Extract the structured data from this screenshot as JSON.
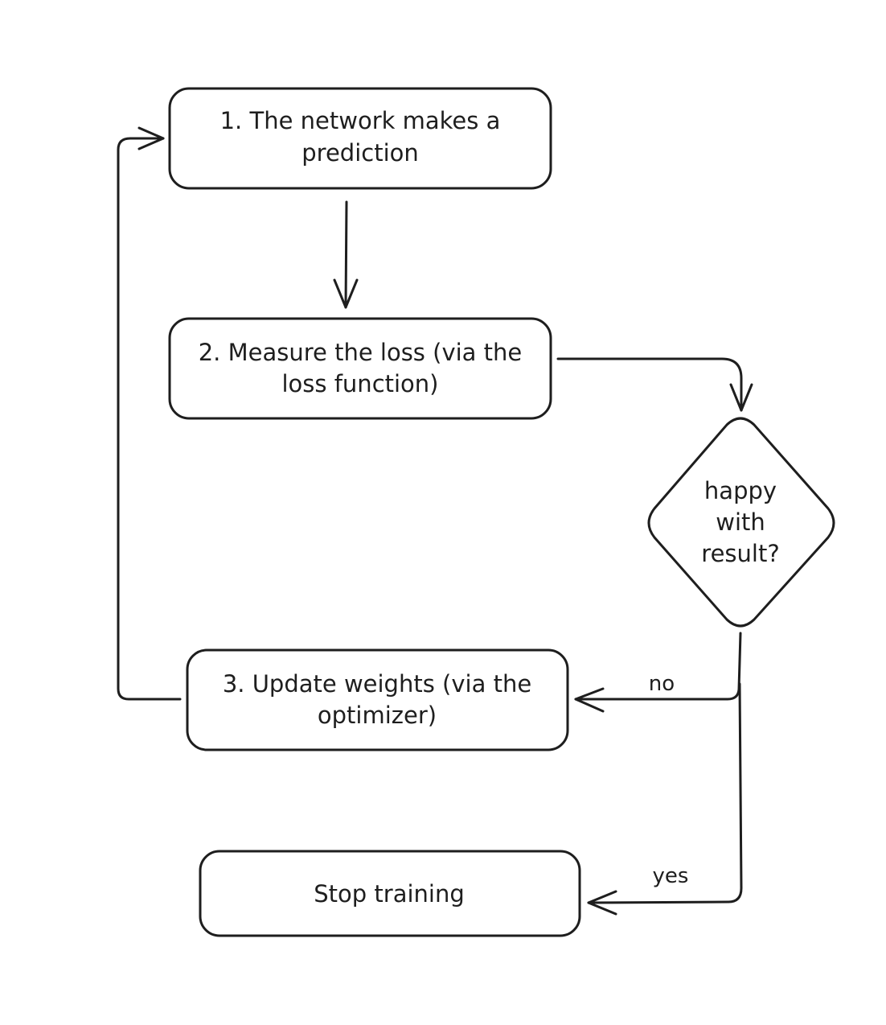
{
  "nodes": {
    "predict": {
      "line1": "1. The network makes a",
      "line2": "prediction"
    },
    "loss": {
      "line1": "2. Measure the loss (via the",
      "line2": "loss function)"
    },
    "decision": {
      "line1": "happy",
      "line2": "with",
      "line3": "result?"
    },
    "update": {
      "line1": "3. Update weights (via the",
      "line2": "optimizer)"
    },
    "stop": {
      "line1": "Stop training"
    }
  },
  "edges": {
    "no_label": "no",
    "yes_label": "yes"
  },
  "colors": {
    "stroke": "#1e1e1e",
    "background": "#ffffff"
  }
}
